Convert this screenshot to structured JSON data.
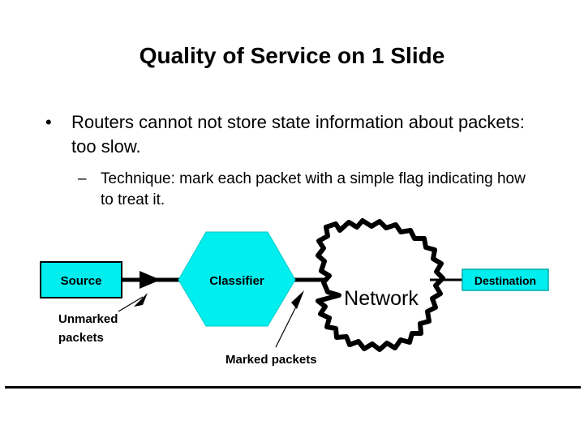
{
  "slide": {
    "title": "Quality of Service on 1 Slide",
    "background_color": "#ffffff",
    "text_color": "#000000"
  },
  "body": {
    "bullets": [
      {
        "level": 1,
        "marker": "•",
        "text": "Routers cannot not store state information about packets: too slow."
      },
      {
        "level": 2,
        "marker": "–",
        "text": "Technique: mark each packet with a simple flag indicating how to treat it."
      }
    ]
  },
  "diagram": {
    "accent_color": "#00eeee",
    "stroke_color": "#000000",
    "nodes": {
      "source": {
        "label": "Source",
        "shape": "rectangle"
      },
      "classifier": {
        "label": "Classifier",
        "shape": "hexagon"
      },
      "network": {
        "label": "Network",
        "shape": "cloud"
      },
      "destination": {
        "label": "Destination",
        "shape": "rectangle"
      }
    },
    "annotations": {
      "unmarked_line1": "Unmarked",
      "unmarked_line2": "packets",
      "marked": "Marked packets"
    }
  }
}
